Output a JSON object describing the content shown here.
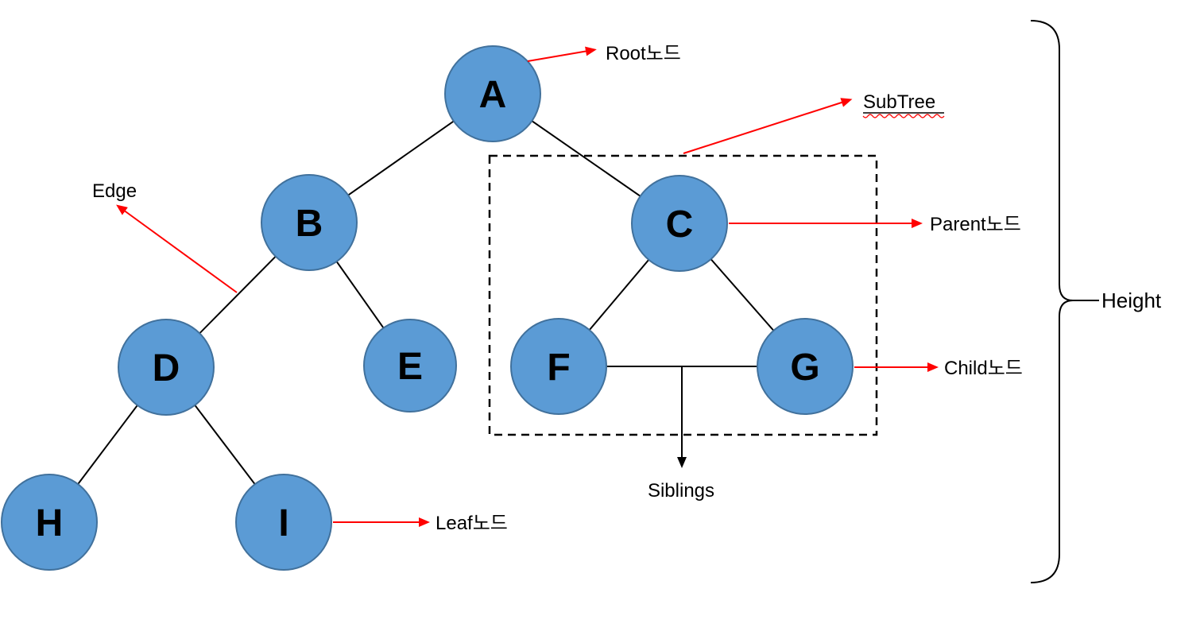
{
  "diagram": {
    "type": "tree-structure-diagram",
    "nodes": [
      {
        "id": "A",
        "label": "A",
        "role": "root"
      },
      {
        "id": "B",
        "label": "B",
        "role": "internal"
      },
      {
        "id": "C",
        "label": "C",
        "role": "parent"
      },
      {
        "id": "D",
        "label": "D",
        "role": "internal"
      },
      {
        "id": "E",
        "label": "E",
        "role": "leaf"
      },
      {
        "id": "F",
        "label": "F",
        "role": "child"
      },
      {
        "id": "G",
        "label": "G",
        "role": "child"
      },
      {
        "id": "H",
        "label": "H",
        "role": "leaf"
      },
      {
        "id": "I",
        "label": "I",
        "role": "leaf"
      }
    ],
    "edges": [
      "A-B",
      "A-C",
      "B-D",
      "B-E",
      "C-F",
      "C-G",
      "D-H",
      "D-I",
      "F-G"
    ],
    "annotations": {
      "root_label": "Root노드",
      "subtree_label": "SubTree",
      "edge_label": "Edge",
      "parent_label": "Parent노드",
      "child_label": "Child노드",
      "leaf_label": "Leaf노드",
      "siblings_label": "Siblings",
      "height_label": "Height"
    },
    "colors": {
      "node_fill": "#5b9bd5",
      "node_border": "#41719c",
      "tree_line": "#000000",
      "annotation_arrow": "#ff0000",
      "background": "#ffffff"
    }
  }
}
